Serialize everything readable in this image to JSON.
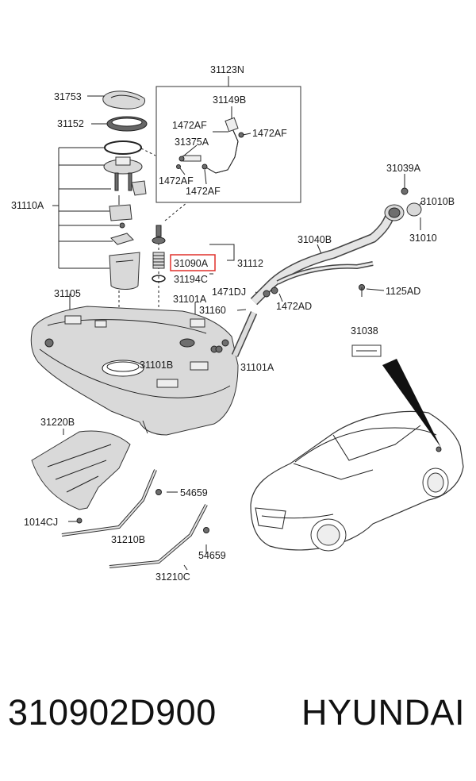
{
  "callouts": {
    "c31123N": "31123N",
    "c31753": "31753",
    "c31149B": "31149B",
    "c31152": "31152",
    "c1472AF_a": "1472AF",
    "c1472AF_b": "1472AF",
    "c31375A": "31375A",
    "c1472AF_c": "1472AF",
    "c1472AF_d": "1472AF",
    "c31039A": "31039A",
    "c31010B": "31010B",
    "c31110A": "31110A",
    "c31040B": "31040B",
    "c31010": "31010",
    "c31090A": "31090A",
    "c31112": "31112",
    "c31194C": "31194C",
    "c1471DJ": "1471DJ",
    "c1125AD": "1125AD",
    "c31105": "31105",
    "c31101A_a": "31101A",
    "c1472AD": "1472AD",
    "c31160": "31160",
    "c31038": "31038",
    "c31101B": "31101B",
    "c31101A_b": "31101A",
    "c31220B": "31220B",
    "c54659_a": "54659",
    "c1014CJ": "1014CJ",
    "c31210B": "31210B",
    "c54659_b": "54659",
    "c31210C": "31210C"
  },
  "highlight_color": "#e0302b",
  "footer": {
    "part_number": "310902D900",
    "brand": "HYUNDAI"
  }
}
